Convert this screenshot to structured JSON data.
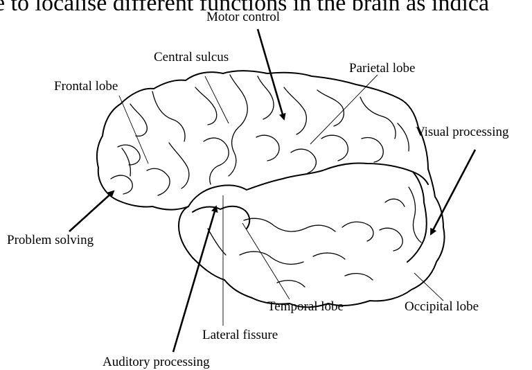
{
  "header_text": "e to localise different functions in the brain as indica",
  "labels": {
    "motor_control": "Motor control",
    "central_sulcus": "Central sulcus",
    "parietal_lobe": "Parietal lobe",
    "frontal_lobe": "Frontal lobe",
    "visual_processing": "Visual processing",
    "problem_solving": "Problem solving",
    "temporal_lobe": "Temporal lobe",
    "occipital_lobe": "Occipital lobe",
    "lateral_fissure": "Lateral fissure",
    "auditory_processing": "Auditory processing"
  }
}
